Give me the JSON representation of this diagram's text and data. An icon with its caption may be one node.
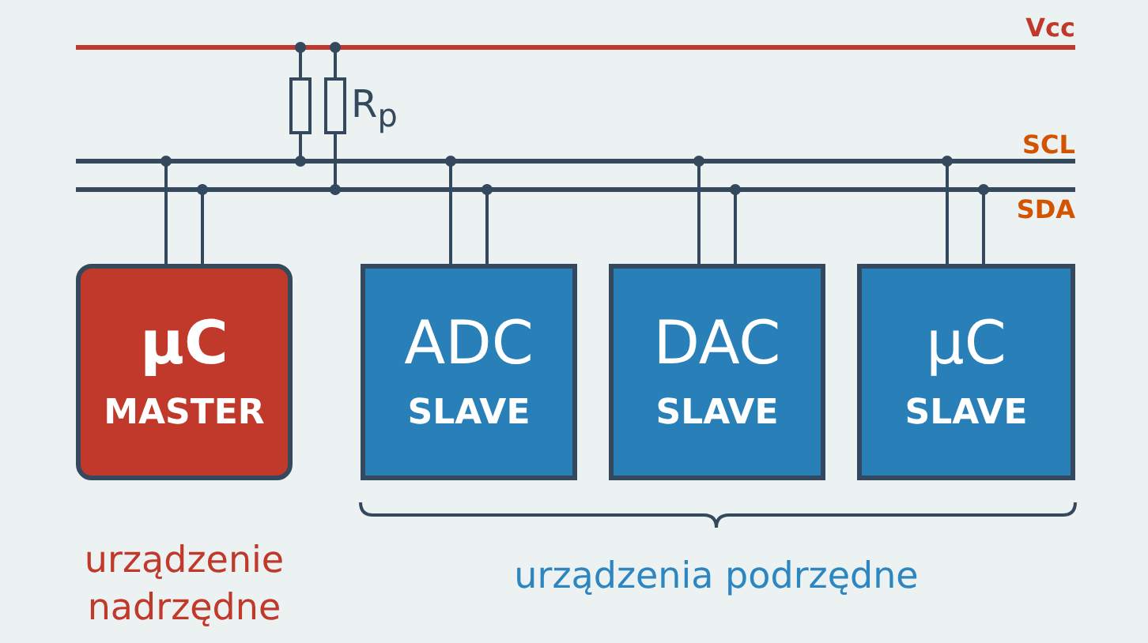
{
  "diagram": {
    "nodes": [
      {
        "text": [
          "μC",
          "MASTER"
        ],
        "beside": [
          "urządzenie nadrzędne"
        ]
      },
      {
        "text": [
          "ADC",
          "SLAVE"
        ]
      },
      {
        "text": [
          "DAC",
          "SLAVE"
        ]
      },
      {
        "text": [
          "μC",
          "SLAVE"
        ]
      }
    ],
    "edges": [],
    "labels": [
      "Vcc",
      "R$_{p}$",
      "SCL",
      "SDA",
      "urządzenia podrzędne"
    ]
  }
}
